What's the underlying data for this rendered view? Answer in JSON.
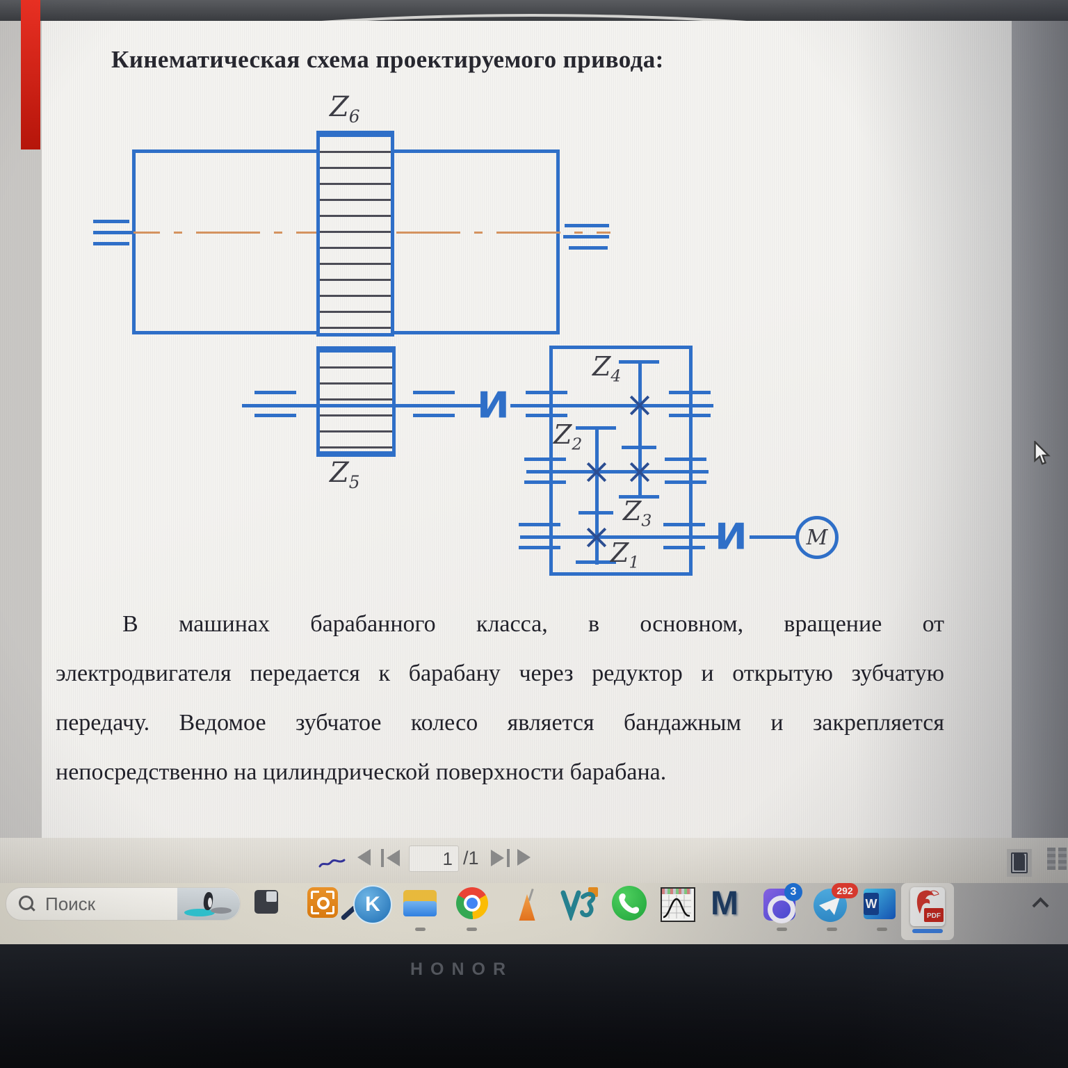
{
  "document": {
    "title": "Кинематическая схема проектируемого привода:",
    "paragraph": {
      "lines": [
        "В машинах барабанного класса, в основном, вращение от",
        "электродвигателя передается к барабану через редуктор и открытую зубчатую",
        "передачу. Ведомое зубчатое колесо является бандажным и закрепляется",
        "непосредственно на цилиндрической поверхности барабана."
      ]
    }
  },
  "diagram": {
    "coupling_symbol": "И",
    "motor_label": "M",
    "gear_labels": {
      "z6": {
        "letter": "Z",
        "sub": "6"
      },
      "z5": {
        "letter": "Z",
        "sub": "5"
      },
      "z4": {
        "letter": "Z",
        "sub": "4"
      },
      "z3": {
        "letter": "Z",
        "sub": "3"
      },
      "z2": {
        "letter": "Z",
        "sub": "2"
      },
      "z1": {
        "letter": "Z",
        "sub": "1"
      }
    },
    "colors": {
      "line_blue": "#2e6fc9",
      "centerline_orange": "#d6935f",
      "cross_dark": "#2a4d92"
    }
  },
  "pdf_toolbar": {
    "page_current": "1",
    "page_total": "/1",
    "icons": [
      "prev-page",
      "first-page",
      "last-page",
      "next-page",
      "thumbnails-panel"
    ]
  },
  "taskbar": {
    "search": {
      "placeholder": "Поиск",
      "icon": "magnifier"
    },
    "icons": [
      {
        "name": "task-view"
      },
      {
        "name": "screenshot-tool"
      },
      {
        "name": "kompas-3d",
        "letter": "K"
      },
      {
        "name": "file-explorer"
      },
      {
        "name": "chrome"
      },
      {
        "name": "flask-app"
      },
      {
        "name": "vector-app"
      },
      {
        "name": "whatsapp"
      },
      {
        "name": "graph-plotter"
      },
      {
        "name": "mathcad",
        "letter": "M"
      },
      {
        "name": "notes-app",
        "badge": "3"
      },
      {
        "name": "telegram",
        "badge": "292"
      },
      {
        "name": "word",
        "letter": "W"
      },
      {
        "name": "pdf-reader",
        "label": "PDF",
        "active": true
      },
      {
        "name": "tray-chevron"
      }
    ]
  },
  "laptop": {
    "brand": "HONOR"
  },
  "misc": {
    "red_marker_color": "#d21c10"
  }
}
